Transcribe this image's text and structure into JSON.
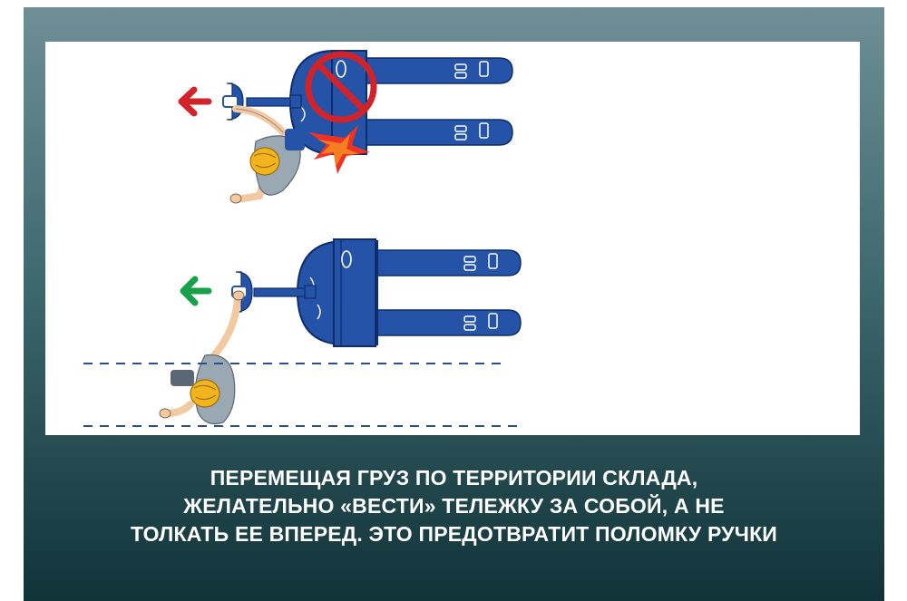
{
  "caption": {
    "lines": [
      "ПЕРЕМЕЩАЯ ГРУЗ ПО ТЕРРИТОРИИ СКЛАДА,",
      "ЖЕЛАТЕЛЬНО «ВЕСТИ» ТЕЛЕЖКУ ЗА СОБОЙ, А НЕ",
      "ТОЛКАТЬ ЕЕ ВПЕРЕД. ЭТО ПРЕДОТВРАТИТ ПОЛОМКУ РУЧКИ"
    ]
  },
  "colors": {
    "truck": "#2553a8",
    "truck_outline": "#0d2d6e",
    "wrong_arrow": "#d0232a",
    "right_arrow": "#18a04a",
    "prohibition": "#d0232a",
    "path_line": "#2a4f8f",
    "helmet": "#f1b41c",
    "shirt": "#9aa8b4",
    "skin": "#f2c9a0"
  },
  "scenes": [
    {
      "name": "wrong-pushing",
      "direction": "left",
      "icons": [
        "red-arrow-icon",
        "prohibition-icon",
        "impact-burst-icon"
      ]
    },
    {
      "name": "correct-pulling",
      "direction": "left",
      "icons": [
        "green-arrow-icon"
      ]
    }
  ]
}
